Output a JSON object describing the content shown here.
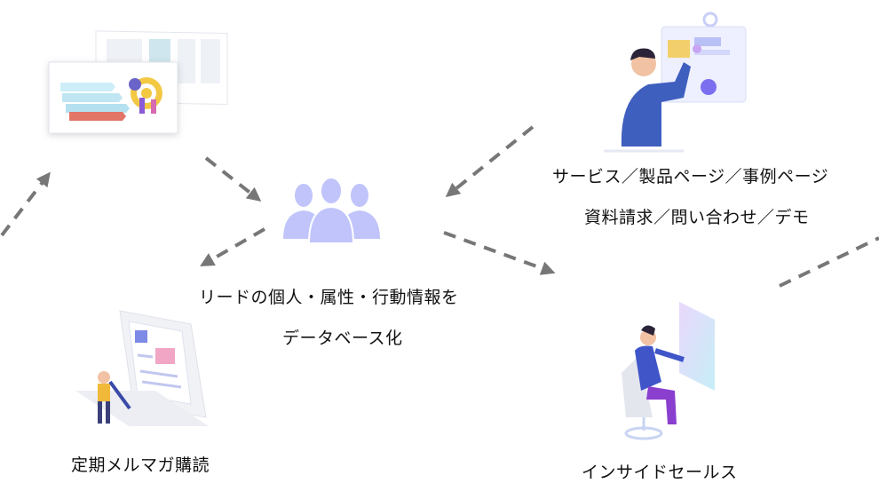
{
  "center": {
    "line1": "リードの個人・属性・行動情報を",
    "line2": "データベース化",
    "icon": "people-group-icon",
    "icon_color": "#c0c4fa"
  },
  "web": {
    "line1": "サービス／製品ページ／事例ページ",
    "line2": "資料請求／問い合わせ／デモ"
  },
  "newsletter": {
    "label": "定期メルマガ購読"
  },
  "inside_sales": {
    "label": "インサイドセールス"
  },
  "arrow_color": "#777777"
}
